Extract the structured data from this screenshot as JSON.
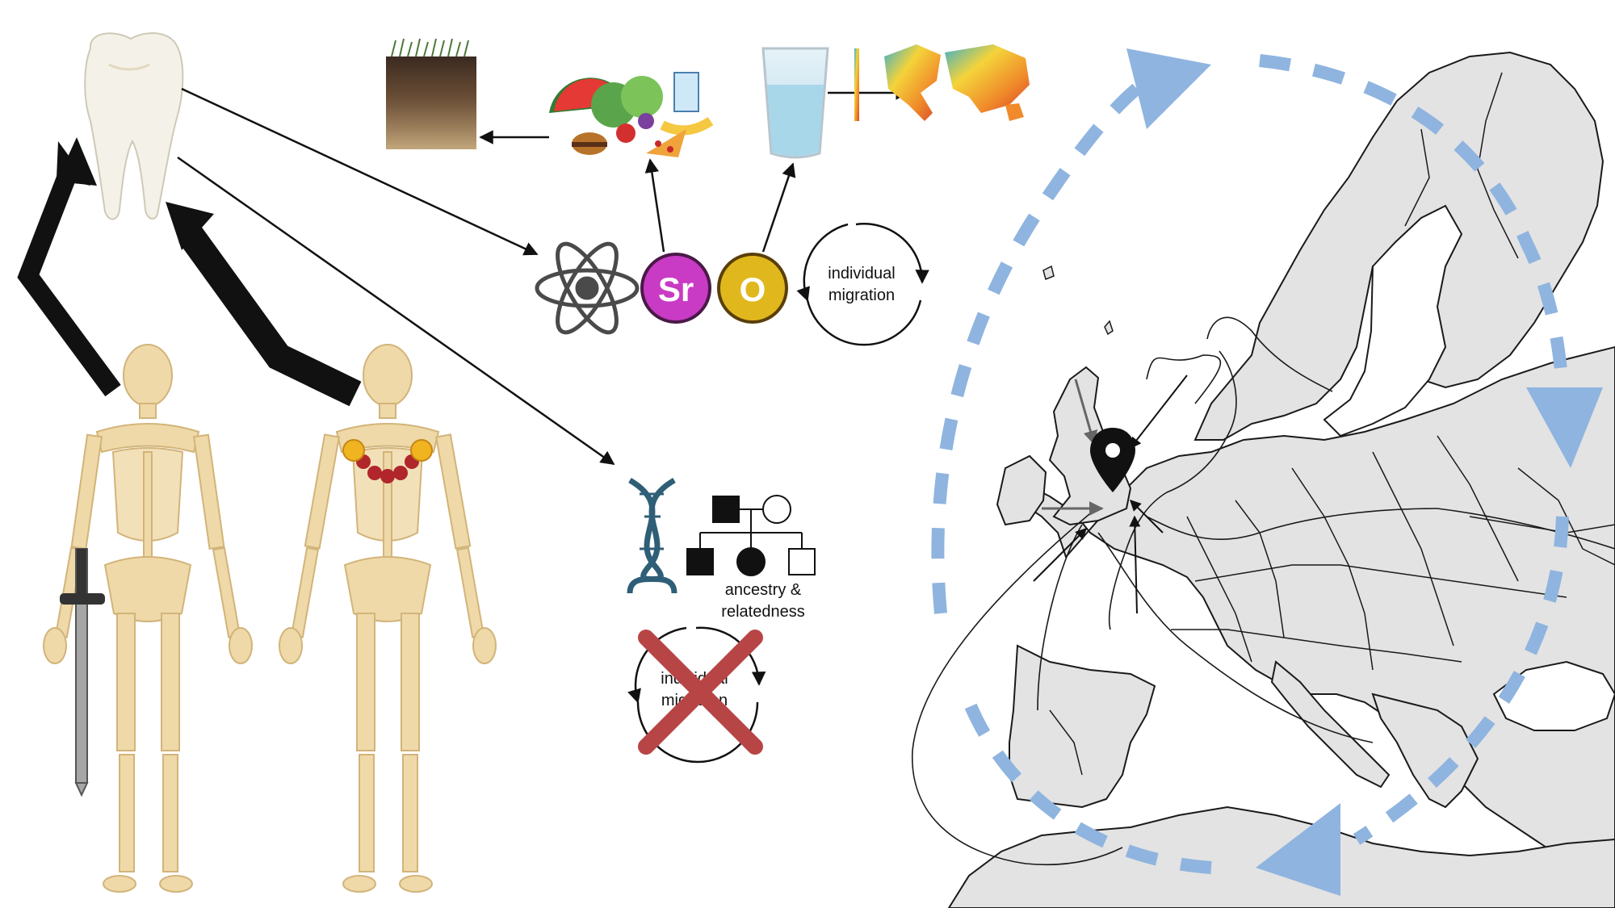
{
  "isotopes": {
    "strontium": {
      "symbol": "Sr",
      "color": "#c93bc4"
    },
    "oxygen": {
      "symbol": "O",
      "color": "#e0b81d"
    }
  },
  "migration_cycle": {
    "line1": "individual",
    "line2": "migration"
  },
  "migration_cycle_crossed": {
    "line1": "individual",
    "line2": "migration"
  },
  "ancestry": {
    "line1": "ancestry &",
    "line2": "relatedness"
  },
  "colors": {
    "bone": "#efd9a8",
    "bone_shade": "#d9bb80",
    "tooth": "#f4f1e8",
    "map_land": "#e3e3e3",
    "map_border": "#1a1a1a",
    "dashed_arrow": "#8fb4df",
    "cross": "#b84546",
    "dna": "#2f5e77",
    "bead_red": "#b0262b",
    "bead_gold": "#f1b421"
  },
  "icons": [
    "tooth-icon",
    "skeleton-with-sword",
    "skeleton-with-necklace",
    "soil-layers-icon",
    "food-icon",
    "water-glass-icon",
    "world-heatmap-icon",
    "atom-icon",
    "dna-icon",
    "pedigree-icon",
    "map-pin-icon"
  ]
}
